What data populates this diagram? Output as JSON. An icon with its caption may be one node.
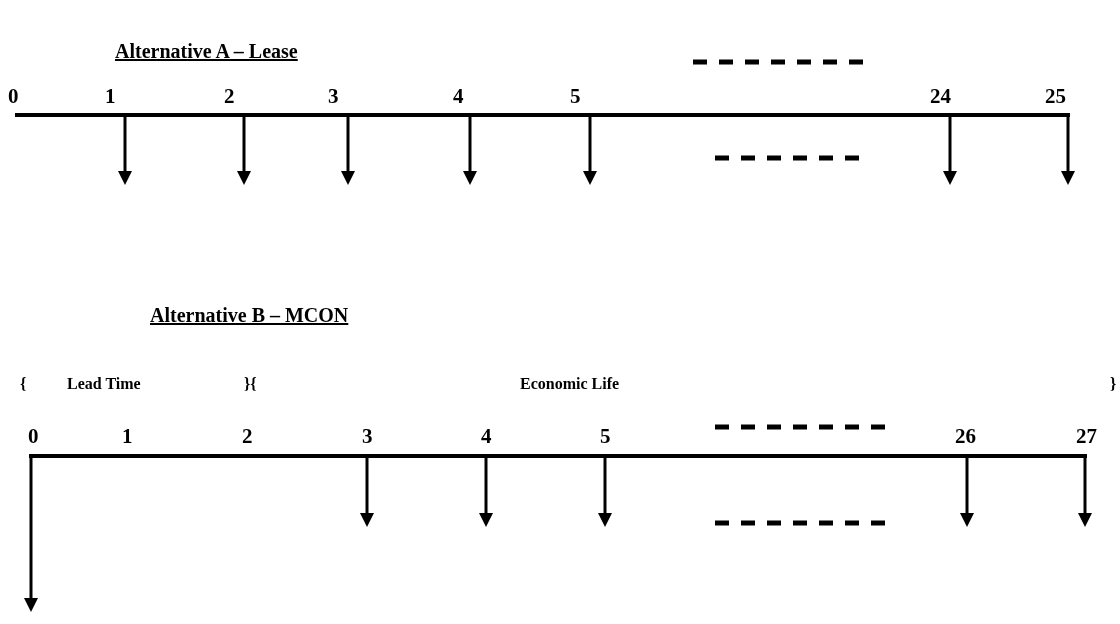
{
  "diagram": {
    "labels": [
      "Alternative A – Lease",
      "0",
      "1",
      "2",
      "3",
      "4",
      "5",
      "24",
      "25",
      "Alternative B – MCON",
      "{",
      "Lead Time",
      "}{",
      "Economic Life",
      "}",
      "0",
      "1",
      "2",
      "3",
      "4",
      "5",
      "26",
      "27"
    ]
  }
}
